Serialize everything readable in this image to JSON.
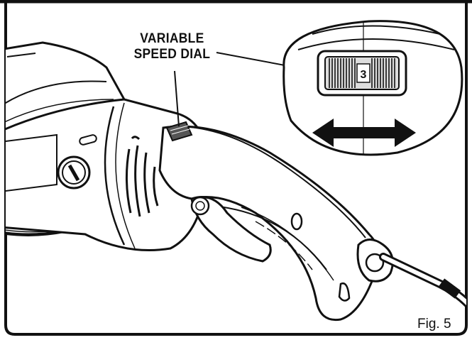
{
  "callout": {
    "line1": "VARIABLE",
    "line2": "SPEED DIAL"
  },
  "dial": {
    "setting": "3"
  },
  "figure": {
    "label": "Fig. 5"
  },
  "colors": {
    "ink": "#111111",
    "paper": "#ffffff",
    "body_shade": "#e9e9e9"
  }
}
